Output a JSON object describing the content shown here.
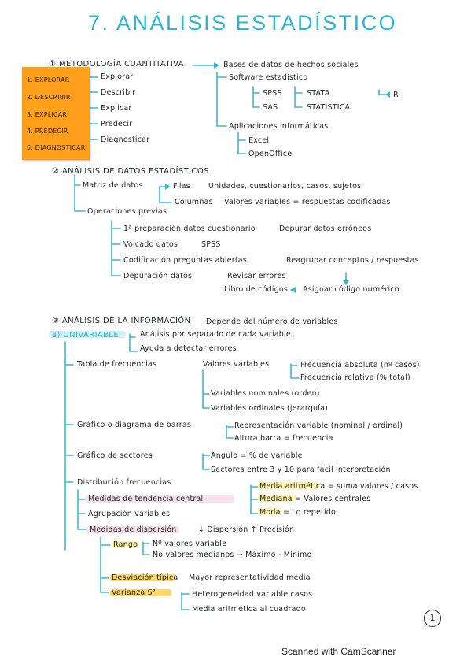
{
  "title": "7. ANÁLISIS ESTADÍSTICO",
  "sticky_note": {
    "items": [
      "1. EXPLORAR",
      "2. DESCRIBIR",
      "3. EXPLICAR",
      "4. PREDECIR",
      "5. DIAGNOSTICAR"
    ]
  },
  "section1": {
    "heading": "① METODOLOGÍA CUANTITATIVA",
    "arrow_target": "Bases de datos de hechos sociales",
    "goals": [
      "Explorar",
      "Describir",
      "Explicar",
      "Predecir",
      "Diagnosticar"
    ],
    "software_label": "Software estadístico",
    "software": [
      "SPSS",
      "STATA",
      "R",
      "SAS",
      "STATISTICA"
    ],
    "office_label": "Aplicaciones informáticas",
    "office": [
      "Excel",
      "OpenOffice"
    ]
  },
  "section2": {
    "heading": "② ANÁLISIS DE DATOS ESTADÍSTICOS",
    "matrix_label": "Matriz de datos",
    "rows_label": "Filas",
    "rows_target": "Unidades, cuestionarios, casos, sujetos",
    "cols_label": "Columnas",
    "cols_target": "Valores variables = respuestas codificadas",
    "ops_label": "Operaciones previas",
    "ops": [
      {
        "step": "1ª preparación datos cuestionario",
        "target": "Depurar datos erróneos"
      },
      {
        "step": "Volcado datos",
        "target": "SPSS"
      },
      {
        "step": "Codificación preguntas abiertas",
        "target": "Reagrupar conceptos / respuestas"
      },
      {
        "step": "Depuración datos",
        "target": "Revisar errores"
      }
    ],
    "codebook_left": "Libro de códigos",
    "codebook_right": "Asignar código numérico"
  },
  "section3": {
    "heading": "③ ANÁLISIS DE LA INFORMACIÓN",
    "heading_target": "Depende del número de variables",
    "univariate_label": "a) UNIVARIABLE",
    "univariate_notes": [
      "Análisis por separado de cada variable",
      "Ayuda a detectar errores"
    ],
    "freq_table_label": "Tabla de frecuencias",
    "freq_table_target": "Valores variables",
    "freq_types": [
      "Frecuencia absoluta (nº casos)",
      "Frecuencia relativa (% total)"
    ],
    "var_types": [
      "Variables nominales (orden)",
      "Variables ordinales (jerarquía)"
    ],
    "bar_chart_label": "Gráfico o diagrama de barras",
    "bar_chart_notes": [
      "Representación variable (nominal / ordinal)",
      "Altura barra = frecuencia"
    ],
    "pie_chart_label": "Gráfico de sectores",
    "pie_chart_notes": [
      "Ángulo = % de variable",
      "Sectores entre 3 y 10 para fácil interpretación"
    ],
    "dist_label": "Distribución frecuencias",
    "central_label": "Medidas de tendencia central",
    "central_items": [
      "Media aritmética = suma valores / casos",
      "Mediana = Valores centrales",
      "Moda = Lo repetido"
    ],
    "grouping_label": "Agrupación variables",
    "dispersion_label": "Medidas de dispersión",
    "dispersion_target": "↓ Dispersión ↑ Precisión",
    "range_label": "Rango",
    "range_items": [
      "Nº valores variable",
      "No valores medianos → Máximo - Mínimo"
    ],
    "stddev_label": "Desviación típica",
    "stddev_target": "Mayor representatividad media",
    "variance_label": "Varianza S²",
    "variance_items": [
      "Heterogeneidad variable casos",
      "Media aritmética al cuadrado"
    ]
  },
  "page_number": "1",
  "footer": "Scanned with CamScanner"
}
